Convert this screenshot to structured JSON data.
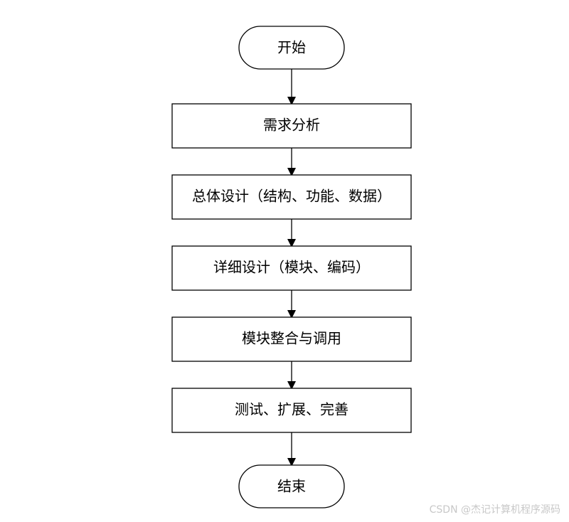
{
  "flowchart": {
    "start": "开始",
    "steps": [
      "需求分析",
      "总体设计（结构、功能、数据）",
      "详细设计（模块、编码）",
      "模块整合与调用",
      "测试、扩展、完善"
    ],
    "end": "结束"
  },
  "watermark": "CSDN @杰记计算机程序源码"
}
